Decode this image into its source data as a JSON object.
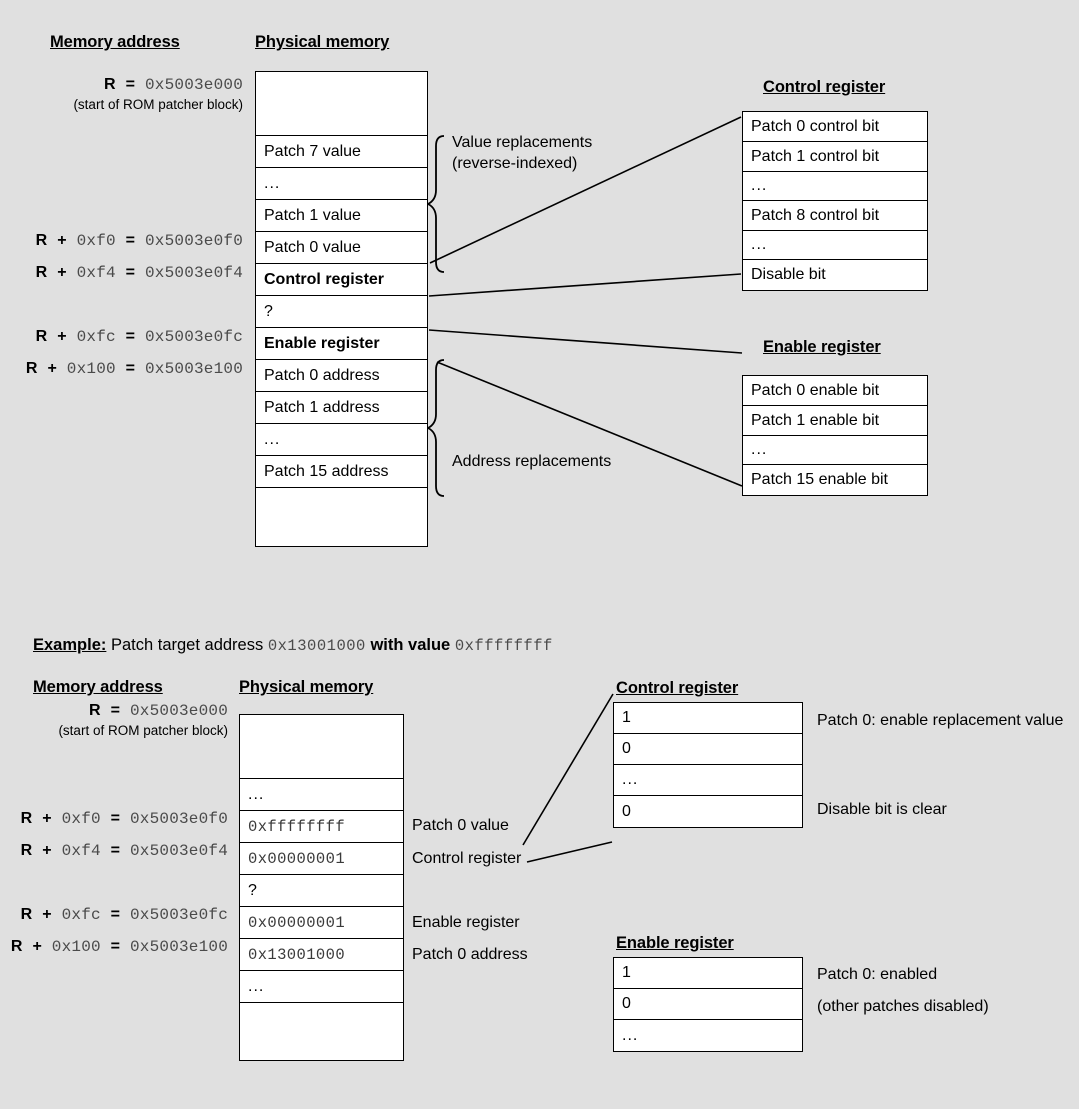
{
  "diagram": {
    "title": "ROM patcher memory layout",
    "background_color": "#e0e0e0",
    "line_color": "#000000"
  },
  "top": {
    "headers": {
      "memory_address": "Memory address",
      "physical_memory": "Physical memory",
      "control_register": "Control register",
      "enable_register": "Enable register"
    },
    "addresses": [
      {
        "label": "R = 0x5003e000",
        "prefix": "R",
        "op": "=",
        "value": "0x5003e000"
      },
      {
        "label": "R + 0xf0 = 0x5003e0f0",
        "prefix": "R",
        "offset": "0xf0",
        "value": "0x5003e0f0"
      },
      {
        "label": "R + 0xf4 = 0x5003e0f4",
        "prefix": "R",
        "offset": "0xf4",
        "value": "0x5003e0f4"
      },
      {
        "label": "R + 0xfc = 0x5003e0fc",
        "prefix": "R",
        "offset": "0xfc",
        "value": "0x5003e0fc"
      },
      {
        "label": "R + 0x100 = 0x5003e100",
        "prefix": "R",
        "offset": "0x100",
        "value": "0x5003e100"
      }
    ],
    "start_note": "(start of ROM patcher block)",
    "memory_rows": [
      {
        "text": "",
        "kind": "blank-tall"
      },
      {
        "text": "Patch 7 value",
        "kind": "normal"
      },
      {
        "text": "...",
        "kind": "dots"
      },
      {
        "text": "Patch 1 value",
        "kind": "normal"
      },
      {
        "text": "Patch 0 value",
        "kind": "normal"
      },
      {
        "text": "Control register",
        "kind": "bold"
      },
      {
        "text": "?",
        "kind": "normal"
      },
      {
        "text": "Enable register",
        "kind": "bold"
      },
      {
        "text": "Patch 0 address",
        "kind": "normal"
      },
      {
        "text": "Patch 1 address",
        "kind": "normal"
      },
      {
        "text": "...",
        "kind": "dots"
      },
      {
        "text": "Patch 15 address",
        "kind": "normal"
      },
      {
        "text": "",
        "kind": "blank-tall"
      }
    ],
    "brace_labels": {
      "values": "Value replacements\n(reverse-indexed)",
      "values_line1": "Value replacements",
      "values_line2": "(reverse-indexed)",
      "addresses": "Address replacements"
    },
    "control_register_rows": [
      {
        "text": "Patch 0 control bit",
        "kind": "normal"
      },
      {
        "text": "Patch 1 control bit",
        "kind": "normal"
      },
      {
        "text": "...",
        "kind": "dots"
      },
      {
        "text": "Patch 8 control bit",
        "kind": "normal"
      },
      {
        "text": "...",
        "kind": "dots"
      },
      {
        "text": "Disable bit",
        "kind": "normal"
      }
    ],
    "enable_register_rows": [
      {
        "text": "Patch 0 enable bit",
        "kind": "normal"
      },
      {
        "text": "Patch 1 enable bit",
        "kind": "normal"
      },
      {
        "text": "...",
        "kind": "dots"
      },
      {
        "text": "Patch 15 enable bit",
        "kind": "normal"
      }
    ]
  },
  "example": {
    "label": "Example:",
    "text_1": "Patch target address",
    "target_address": "0x13001000",
    "text_2": "with value",
    "patch_value": "0xffffffff",
    "headers": {
      "memory_address": "Memory address",
      "physical_memory": "Physical memory",
      "control_register": "Control register",
      "enable_register": "Enable register"
    },
    "addresses": [
      {
        "label": "R = 0x5003e000",
        "value": "0x5003e000"
      },
      {
        "label": "R + 0xf0 = 0x5003e0f0",
        "offset": "0xf0",
        "value": "0x5003e0f0"
      },
      {
        "label": "R + 0xf4 = 0x5003e0f4",
        "offset": "0xf4",
        "value": "0x5003e0f4"
      },
      {
        "label": "R + 0xfc = 0x5003e0fc",
        "offset": "0xfc",
        "value": "0x5003e0fc"
      },
      {
        "label": "R + 0x100 = 0x5003e100",
        "offset": "0x100",
        "value": "0x5003e100"
      }
    ],
    "start_note": "(start of ROM patcher block)",
    "memory_rows": [
      {
        "text": "",
        "kind": "blank-tall"
      },
      {
        "text": "...",
        "kind": "dots"
      },
      {
        "text": "0xffffffff",
        "kind": "mono"
      },
      {
        "text": "0x00000001",
        "kind": "mono"
      },
      {
        "text": "?",
        "kind": "normal"
      },
      {
        "text": "0x00000001",
        "kind": "mono"
      },
      {
        "text": "0x13001000",
        "kind": "mono"
      },
      {
        "text": "...",
        "kind": "dots"
      },
      {
        "text": "",
        "kind": "blank-tall"
      }
    ],
    "memory_annotations": [
      "Patch 0 value",
      "Control register",
      "Enable register",
      "Patch 0 address"
    ],
    "control_register_rows": [
      {
        "text": "1",
        "kind": "normal"
      },
      {
        "text": "0",
        "kind": "normal"
      },
      {
        "text": "...",
        "kind": "dots"
      },
      {
        "text": "0",
        "kind": "normal"
      }
    ],
    "control_register_notes": [
      "Patch 0: enable replacement value",
      "Disable bit is clear"
    ],
    "enable_register_rows": [
      {
        "text": "1",
        "kind": "normal"
      },
      {
        "text": "0",
        "kind": "normal"
      },
      {
        "text": "...",
        "kind": "dots"
      }
    ],
    "enable_register_notes": [
      "Patch 0: enabled",
      "(other patches disabled)"
    ]
  }
}
